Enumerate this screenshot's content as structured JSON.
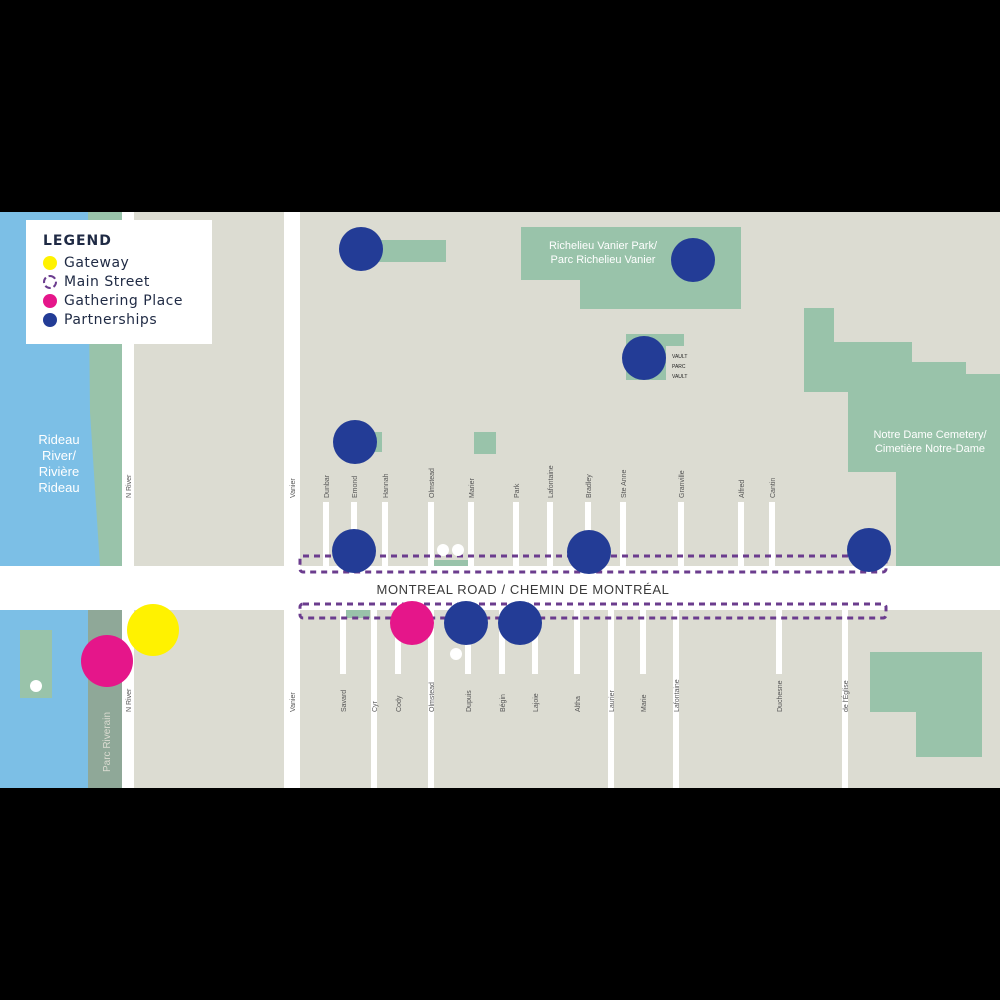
{
  "legend": {
    "title": "LEGEND",
    "items": [
      {
        "label": "Gateway",
        "color": "#fff200",
        "style": "filled"
      },
      {
        "label": "Main Street",
        "color": "#6b3c8e",
        "style": "dashed-outline"
      },
      {
        "label": "Gathering Place",
        "color": "#e5168a",
        "style": "filled"
      },
      {
        "label": "Partnerships",
        "color": "#233c96",
        "style": "filled"
      }
    ]
  },
  "colors": {
    "land": "#dcdcd2",
    "water": "#7cbfe6",
    "park": "#99c3aa",
    "road": "#ffffff",
    "main_street": "#6b3c8e",
    "gateway": "#fff200",
    "gathering": "#e5168a",
    "partnership": "#233c96"
  },
  "map": {
    "main_road_label": "MONTREAL ROAD / CHEMIN DE MONTRÉAL",
    "river_label_lines": [
      "Rideau",
      "River/",
      "Rivière",
      "Rideau"
    ],
    "park_richelieu_lines": [
      "Richelieu Vanier Park/",
      "Parc Richelieu Vanier"
    ],
    "cemetery_lines": [
      "Notre Dame Cemetery/",
      "Cimetière Notre-Dame"
    ],
    "parc_riverain": "Parc Riverain",
    "vault_lines": [
      "VAULT",
      "PARC",
      "VAULT"
    ],
    "north_streets": [
      "N River",
      "Vanier",
      "Dunbar",
      "Emond",
      "Hannah",
      "Olmstead",
      "Marier",
      "Park",
      "Lafontaine",
      "Bradley",
      "Ste Anne",
      "Granville",
      "Alfred",
      "Cantin"
    ],
    "south_streets": [
      "N River",
      "Vanier",
      "Savard",
      "Cyr",
      "Cody",
      "Olmstead",
      "Dupuis",
      "Bégin",
      "Lajoie",
      "Altha",
      "Laurier",
      "Marie",
      "Lafontaine",
      "Duchesne",
      "de l'Église"
    ]
  }
}
